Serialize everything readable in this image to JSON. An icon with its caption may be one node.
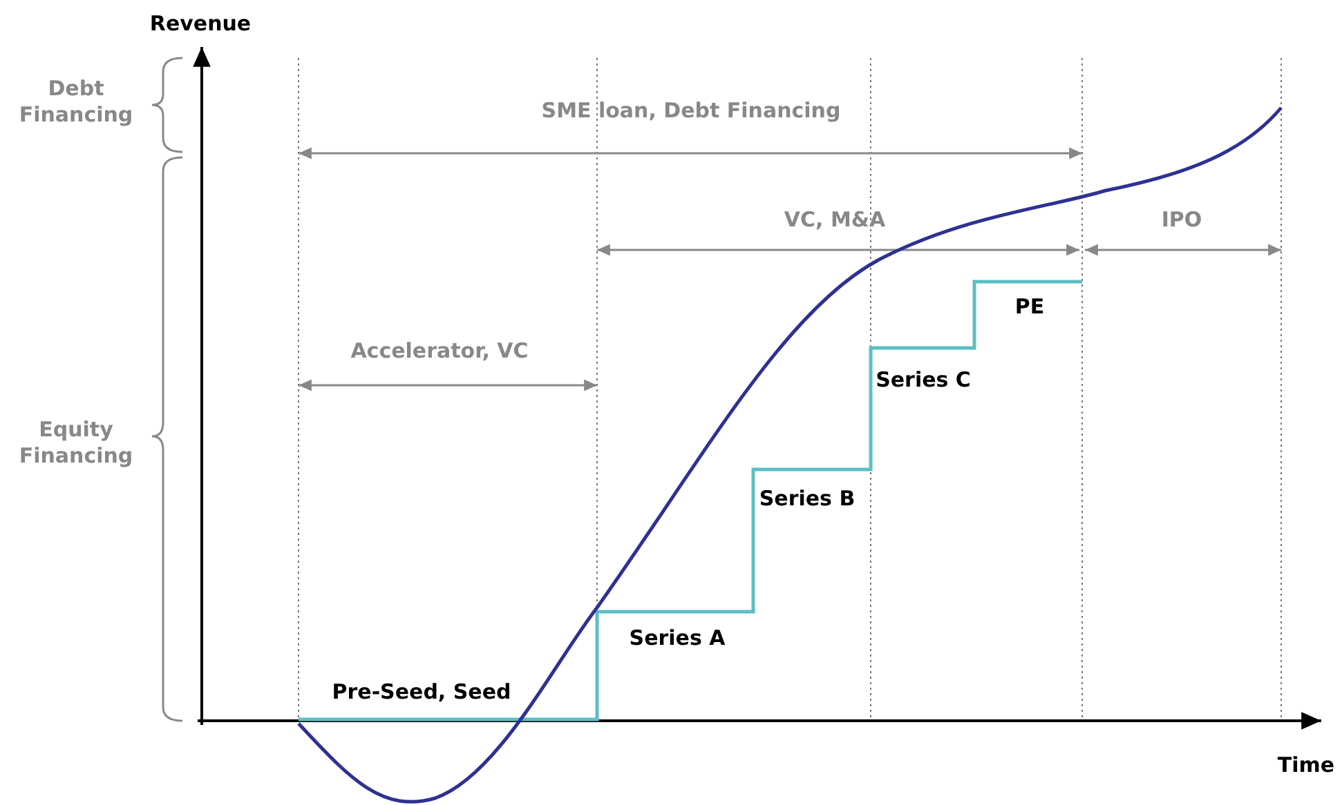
{
  "diagram": {
    "labels": [
      "Revenue",
      "Debt Financing",
      "SME loan, Debt Financing",
      "VC, M&A",
      "IPO",
      "PE",
      "Accelerator, VC",
      "Series C",
      "Equity Financing",
      "Series B",
      "Series A",
      "Pre-Seed, Seed",
      "Time"
    ]
  }
}
